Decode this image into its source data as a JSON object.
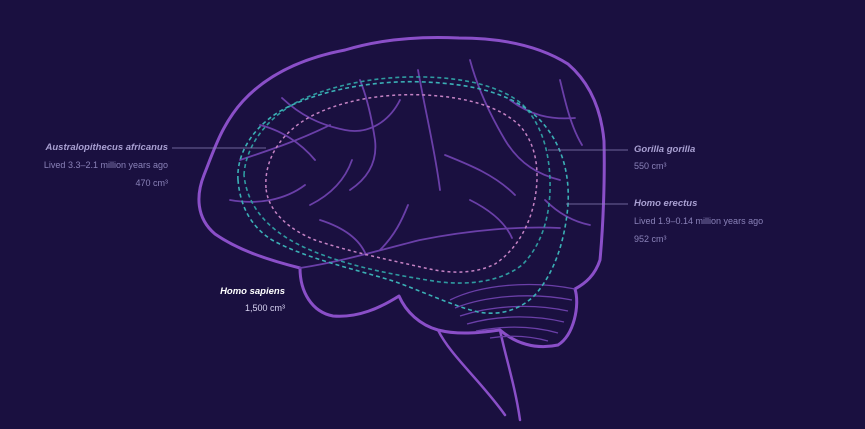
{
  "labels": {
    "australopithecus": {
      "name": "Australopithecus africanus",
      "lived": "Lived 3.3–2.1 million years ago",
      "volume": "470 cm³"
    },
    "gorilla": {
      "name": "Gorilla gorilla",
      "volume": "550 cm³"
    },
    "erectus": {
      "name": "Homo erectus",
      "lived": "Lived 1.9–0.14 million years ago",
      "volume": "952 cm³"
    },
    "sapiens": {
      "name": "Homo sapiens",
      "volume": "1,500 cm³"
    }
  },
  "colors": {
    "background": "#1a1040",
    "brain_outline": "#8a4fc8",
    "brain_veins": "#6a3fa8",
    "australopithecus_outline": "#c583c4",
    "gorilla_outline": "#2f9aa0",
    "erectus_outline": "#3bb0b6",
    "leader_line": "#8a82b8"
  }
}
